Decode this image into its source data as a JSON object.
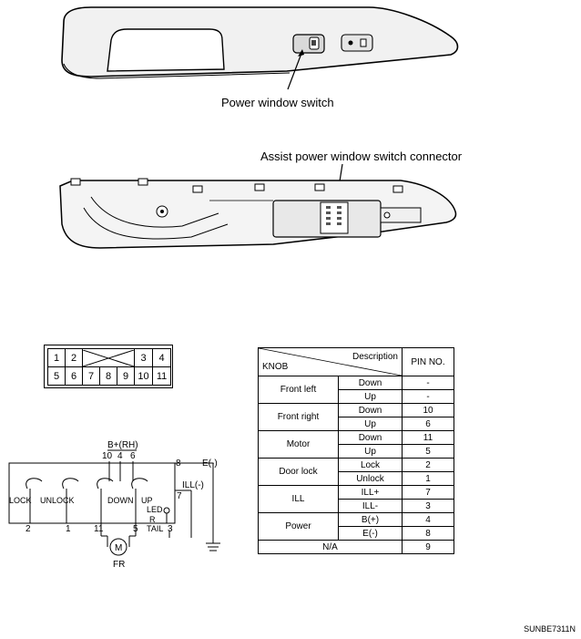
{
  "labels": {
    "power_window_switch": "Power window switch",
    "assist_connector": "Assist power window switch connector",
    "ref_code": "SUNBE7311N"
  },
  "connector": {
    "row1": [
      "1",
      "2",
      "",
      "",
      "",
      "3",
      "4"
    ],
    "row2": [
      "5",
      "6",
      "7",
      "8",
      "9",
      "10",
      "11"
    ]
  },
  "schematic": {
    "bplus": "B+(RH)",
    "pins_top": [
      "10",
      "4",
      "6"
    ],
    "pin8": "8",
    "eminus": "E(-)",
    "ill_minus": "ILL(-)",
    "pin7": "7",
    "lock": "LOCK",
    "unlock": "UNLOCK",
    "down": "DOWN",
    "up": "UP",
    "led": "LED",
    "r": "R",
    "tail": "TAIL",
    "pin2": "2",
    "pin1": "1",
    "pin11": "11",
    "pin5": "5",
    "pin3": "3",
    "motor": "M",
    "fr": "FR"
  },
  "table": {
    "head_knob": "KNOB",
    "head_desc": "Description",
    "head_pin": "PIN NO.",
    "groups": [
      {
        "knob": "Front left",
        "rows": [
          {
            "desc": "Down",
            "pin": "-"
          },
          {
            "desc": "Up",
            "pin": "-"
          }
        ]
      },
      {
        "knob": "Front right",
        "rows": [
          {
            "desc": "Down",
            "pin": "10"
          },
          {
            "desc": "Up",
            "pin": "6"
          }
        ]
      },
      {
        "knob": "Motor",
        "rows": [
          {
            "desc": "Down",
            "pin": "11"
          },
          {
            "desc": "Up",
            "pin": "5"
          }
        ]
      },
      {
        "knob": "Door lock",
        "rows": [
          {
            "desc": "Lock",
            "pin": "2"
          },
          {
            "desc": "Unlock",
            "pin": "1"
          }
        ]
      },
      {
        "knob": "ILL",
        "rows": [
          {
            "desc": "ILL+",
            "pin": "7"
          },
          {
            "desc": "ILL-",
            "pin": "3"
          }
        ]
      },
      {
        "knob": "Power",
        "rows": [
          {
            "desc": "B(+)",
            "pin": "4"
          },
          {
            "desc": "E(-)",
            "pin": "8"
          }
        ]
      }
    ],
    "na_label": "N/A",
    "na_pin": "9"
  }
}
